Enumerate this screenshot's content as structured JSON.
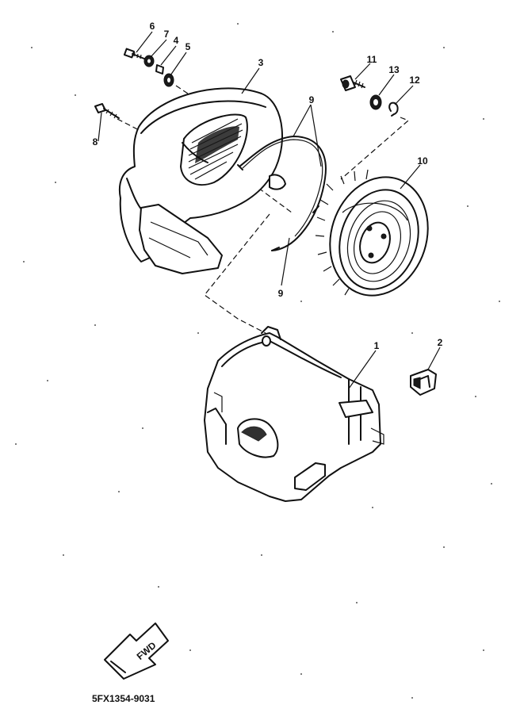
{
  "diagram": {
    "callouts": [
      {
        "id": "1",
        "text": "1"
      },
      {
        "id": "2",
        "text": "2"
      },
      {
        "id": "3",
        "text": "3"
      },
      {
        "id": "4",
        "text": "4"
      },
      {
        "id": "5",
        "text": "5"
      },
      {
        "id": "6",
        "text": "6"
      },
      {
        "id": "7",
        "text": "7"
      },
      {
        "id": "8",
        "text": "8"
      },
      {
        "id": "9a",
        "text": "9"
      },
      {
        "id": "9b",
        "text": "9"
      },
      {
        "id": "10",
        "text": "10"
      },
      {
        "id": "11",
        "text": "11"
      },
      {
        "id": "12",
        "text": "12"
      },
      {
        "id": "13",
        "text": "13"
      }
    ],
    "fwd_label": "FWD",
    "drawing_code": "5FX1354-9031"
  }
}
